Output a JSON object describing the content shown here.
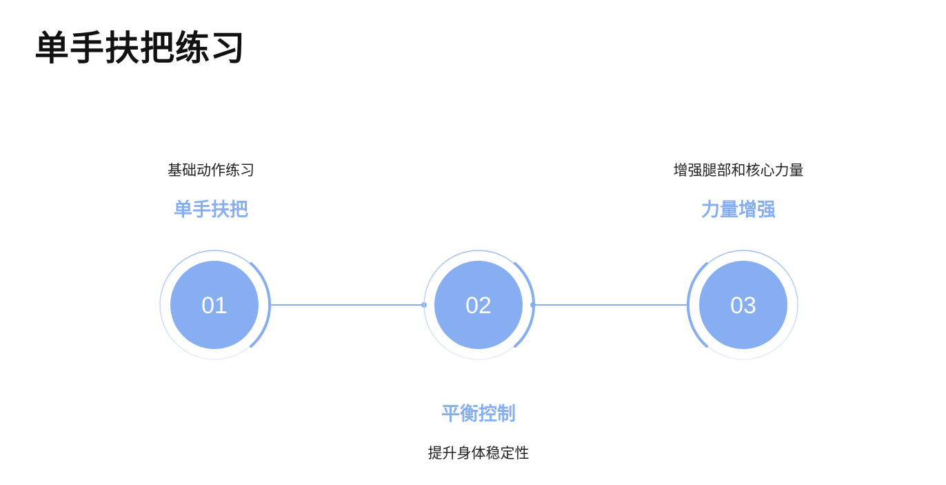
{
  "title": "单手扶把练习",
  "accent": "#88aef2",
  "steps": [
    {
      "number": "01",
      "heading": "单手扶把",
      "description": "基础动作练习"
    },
    {
      "number": "02",
      "heading": "平衡控制",
      "description": "提升身体稳定性"
    },
    {
      "number": "03",
      "heading": "力量增强",
      "description": "增强腿部和核心力量"
    }
  ]
}
